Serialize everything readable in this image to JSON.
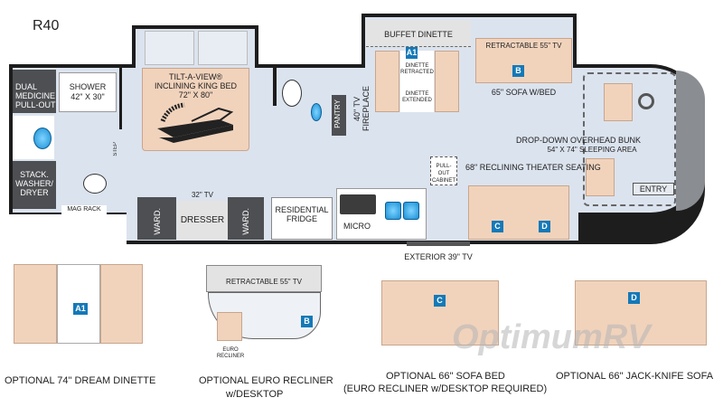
{
  "model": "R40",
  "floorplan": {
    "dual_medicine": "DUAL MEDICINE PULL-OUT",
    "shower": "SHOWER",
    "shower_size": "42\" X 30\"",
    "washer": "STACK. WASHER/ DRYER",
    "mag_rack": "MAG RACK",
    "step": "STEP",
    "bed_line1": "TILT-A-VIEW®",
    "bed_line2": "INCLINING KING BED",
    "bed_size": "72\" X 80\"",
    "tv32": "32\" TV",
    "ward": "WARD.",
    "dresser": "DRESSER",
    "fridge": "RESIDENTIAL FRIDGE",
    "micro": "MICRO",
    "pantry": "PANTRY",
    "fireplace": "40\" TV FIREPLACE",
    "buffet": "BUFFET DINETTE",
    "dinette_retracted": "DINETTE RETRACTED",
    "dinette_extended": "DINETTE EXTENDED",
    "tv55": "RETRACTABLE 55\" TV",
    "sofa": "65\" SOFA W/BED",
    "bunk": "DROP-DOWN OVERHEAD BUNK",
    "bunk_size": "54\" X 74\" SLEEPING AREA",
    "pullout": "PULL-OUT CABINET",
    "theater": "68\" RECLINING THEATER SEATING",
    "entry": "ENTRY",
    "exterior_tv": "EXTERIOR 39\" TV"
  },
  "badges": {
    "a1": "A1",
    "b": "B",
    "c": "C",
    "d": "D"
  },
  "options": {
    "dinette": "OPTIONAL 74\" DREAM DINETTE",
    "euro_tv": "RETRACTABLE 55\" TV",
    "euro_recliner": "EURO RECLINER",
    "euro_caption1": "OPTIONAL EURO RECLINER",
    "euro_caption2": "w/DESKTOP",
    "sofabed_caption1": "OPTIONAL 66\" SOFA BED",
    "sofabed_caption2": "(EURO RECLINER w/DESKTOP REQUIRED)",
    "jackknife_caption": "OPTIONAL 66\" JACK-KNIFE SOFA"
  },
  "watermark": "OptimumRV",
  "colors": {
    "badge": "#1479b8",
    "floor": "#dbe3ee",
    "furniture": "#f1d3bc",
    "cabinet": "#4d4f52"
  }
}
